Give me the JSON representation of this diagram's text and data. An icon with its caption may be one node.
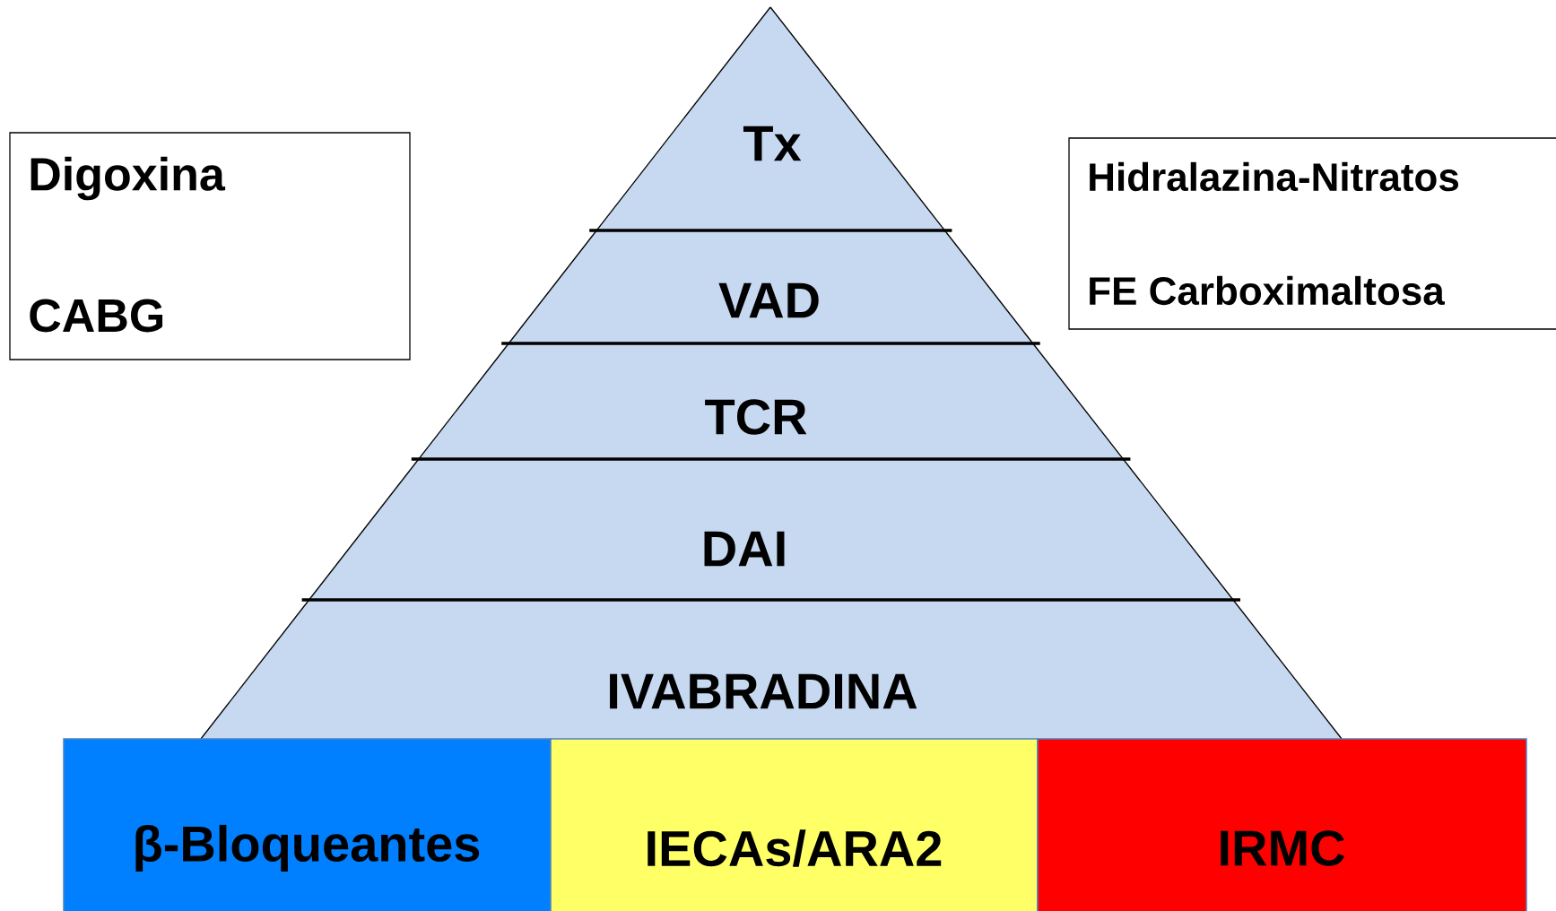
{
  "diagram": {
    "nodes": [
      {
        "text": [
          "Tx"
        ]
      },
      {
        "text": [
          "VAD"
        ]
      },
      {
        "text": [
          "TCR"
        ]
      },
      {
        "text": [
          "DAI"
        ]
      },
      {
        "text": [
          "IVABRADINA"
        ]
      },
      {
        "text": [
          "β-Bloqueantes"
        ]
      },
      {
        "text": [
          "IECAs/ARA2"
        ]
      },
      {
        "text": [
          "IRMC"
        ]
      },
      {
        "text": [
          "Digoxina",
          "CABG"
        ]
      },
      {
        "text": [
          "Hidralazina-Nitratos",
          "FE Carboximaltosa"
        ]
      }
    ],
    "edges": []
  }
}
